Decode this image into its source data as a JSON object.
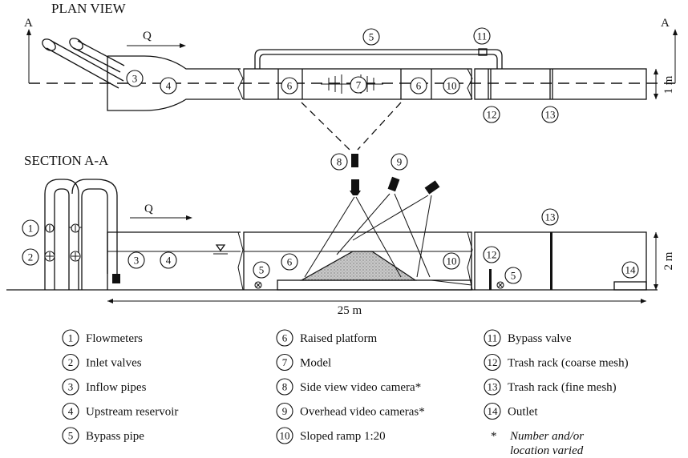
{
  "plan": {
    "title": "PLAN VIEW",
    "section_marker": "A",
    "flow_label": "Q",
    "width_label": "1 m"
  },
  "section": {
    "title": "SECTION A-A",
    "flow_label": "Q",
    "depth_label": "2 m",
    "length_label": "25 m"
  },
  "markers": [
    "1",
    "2",
    "3",
    "4",
    "5",
    "6",
    "7",
    "8",
    "9",
    "10",
    "11",
    "12",
    "13",
    "14"
  ],
  "legend": [
    {
      "num": "1",
      "text": "Flowmeters"
    },
    {
      "num": "2",
      "text": "Inlet valves"
    },
    {
      "num": "3",
      "text": "Inflow pipes"
    },
    {
      "num": "4",
      "text": "Upstream reservoir"
    },
    {
      "num": "5",
      "text": "Bypass pipe"
    },
    {
      "num": "6",
      "text": "Raised platform"
    },
    {
      "num": "7",
      "text": "Model"
    },
    {
      "num": "8",
      "text": "Side view video camera*"
    },
    {
      "num": "9",
      "text": "Overhead video cameras*"
    },
    {
      "num": "10",
      "text": "Sloped ramp 1:20"
    },
    {
      "num": "11",
      "text": "Bypass valve"
    },
    {
      "num": "12",
      "text": "Trash rack (coarse mesh)"
    },
    {
      "num": "13",
      "text": "Trash rack (fine mesh)"
    },
    {
      "num": "14",
      "text": "Outlet"
    }
  ],
  "note": {
    "symbol": "*",
    "line1": "Number and/or",
    "line2": "location varied"
  }
}
